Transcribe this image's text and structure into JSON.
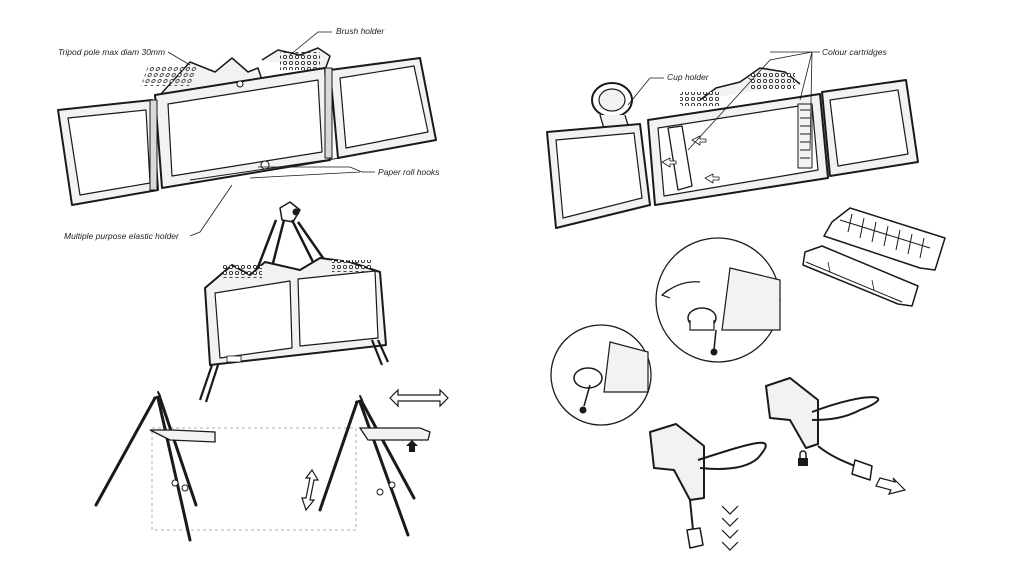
{
  "labels": {
    "brush_holder": "Brush holder",
    "tripod_pole": "Tripod pole max diam 30mm",
    "paper_roll_hooks": "Paper roll hooks",
    "elastic_holder": "Multiple purpose elastic holder",
    "cup_holder": "Cup holder",
    "colour_cartridges": "Colour cartridges"
  },
  "colors": {
    "stroke": "#1a1a1a",
    "panel_fill": "#ffffff",
    "frame_fill": "#f2f2f2",
    "hinge_fill": "#d9d9d9",
    "dashed": "#999999"
  },
  "icons": [
    "lock-icon",
    "arrow-down-icon",
    "double-arrow-horizontal-icon",
    "double-arrow-vertical-icon",
    "arrow-up-icon",
    "arrow-right-icon",
    "check-chevrons-icon"
  ]
}
